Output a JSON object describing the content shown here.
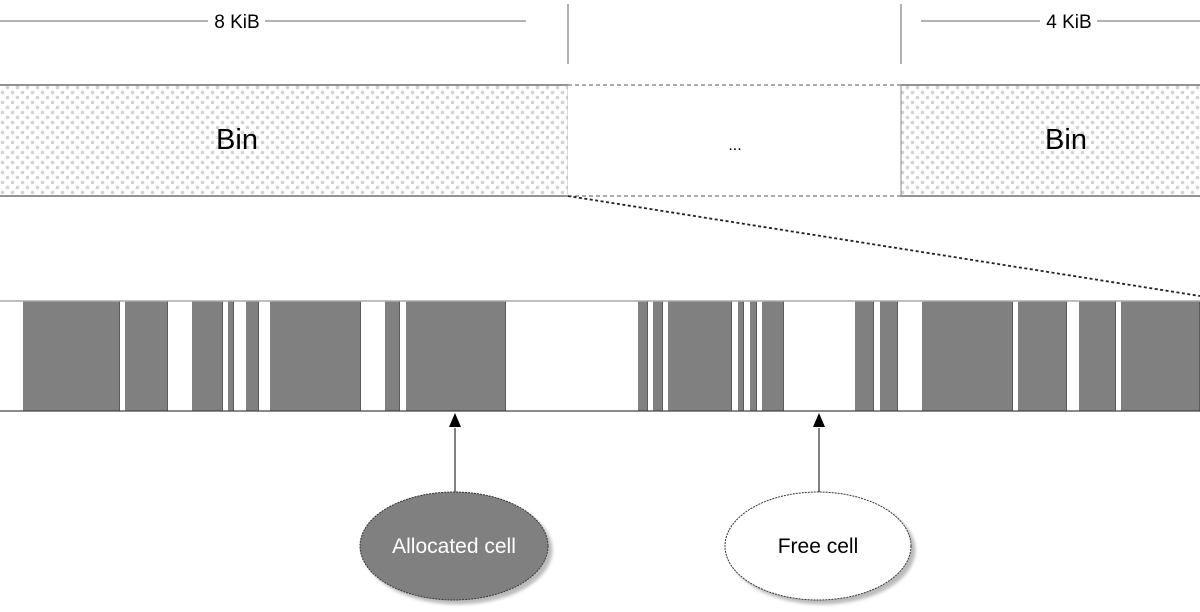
{
  "title": "Memory bin and cell layout diagram",
  "size_labels": {
    "left": "8 KiB",
    "right": "4 KiB"
  },
  "bins": [
    {
      "label": "Bin",
      "kind": "bin"
    },
    {
      "label": "...",
      "kind": "ellipsis"
    },
    {
      "label": "Bin",
      "kind": "bin"
    }
  ],
  "callouts": {
    "allocated": {
      "label": "Allocated cell"
    },
    "free": {
      "label": "Free cell"
    }
  },
  "cells": [
    {
      "state": "free",
      "units": 23
    },
    {
      "state": "allocated",
      "units": 97
    },
    {
      "state": "free",
      "units": 5
    },
    {
      "state": "allocated",
      "units": 43
    },
    {
      "state": "free",
      "units": 24
    },
    {
      "state": "allocated",
      "units": 31
    },
    {
      "state": "free",
      "units": 5
    },
    {
      "state": "allocated",
      "units": 6
    },
    {
      "state": "free",
      "units": 12
    },
    {
      "state": "allocated",
      "units": 13
    },
    {
      "state": "free",
      "units": 11
    },
    {
      "state": "allocated",
      "units": 91
    },
    {
      "state": "free",
      "units": 24
    },
    {
      "state": "allocated",
      "units": 15
    },
    {
      "state": "free",
      "units": 6
    },
    {
      "state": "allocated",
      "units": 100
    },
    {
      "state": "free",
      "units": 132
    },
    {
      "state": "allocated",
      "units": 10
    },
    {
      "state": "free",
      "units": 5
    },
    {
      "state": "allocated",
      "units": 10
    },
    {
      "state": "free",
      "units": 5
    },
    {
      "state": "allocated",
      "units": 64
    },
    {
      "state": "free",
      "units": 6
    },
    {
      "state": "allocated",
      "units": 6
    },
    {
      "state": "free",
      "units": 6
    },
    {
      "state": "allocated",
      "units": 7
    },
    {
      "state": "free",
      "units": 5
    },
    {
      "state": "allocated",
      "units": 22
    },
    {
      "state": "free",
      "units": 71
    },
    {
      "state": "allocated",
      "units": 19
    },
    {
      "state": "free",
      "units": 6
    },
    {
      "state": "allocated",
      "units": 18
    },
    {
      "state": "free",
      "units": 24
    },
    {
      "state": "allocated",
      "units": 91
    },
    {
      "state": "free",
      "units": 5
    },
    {
      "state": "allocated",
      "units": 49
    },
    {
      "state": "free",
      "units": 12
    },
    {
      "state": "allocated",
      "units": 37
    },
    {
      "state": "free",
      "units": 5
    },
    {
      "state": "allocated",
      "units": 79
    }
  ],
  "colors": {
    "allocated": "#808080",
    "free": "#ffffff",
    "stroke": "#333333",
    "text_dark": "#000000",
    "text_light": "#ffffff"
  }
}
